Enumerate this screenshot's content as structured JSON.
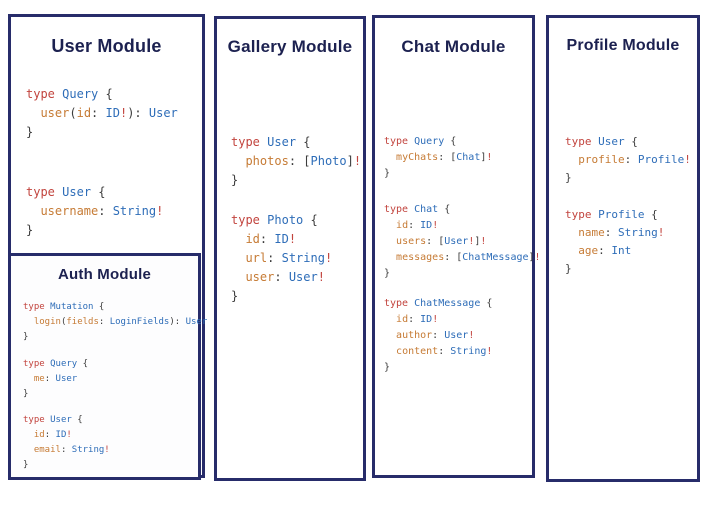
{
  "colors": {
    "border_navy": "#272c6a",
    "title_navy": "#1c2150",
    "keyword_red": "#c2443e",
    "type_blue": "#2e6db8",
    "field_orange": "#c67b35",
    "punctuation": "#3d3d3d",
    "bang_red": "#c2443e",
    "background": "#ffffff"
  },
  "panels": [
    {
      "title": "User Module",
      "blocks": [
        [
          [
            [
              "k",
              "type"
            ],
            [
              "p",
              " "
            ],
            [
              "t",
              "Query"
            ],
            [
              "p",
              " {"
            ]
          ],
          [
            [
              "p",
              "  "
            ],
            [
              "f",
              "user"
            ],
            [
              "p",
              "("
            ],
            [
              "f",
              "id"
            ],
            [
              "p",
              ": "
            ],
            [
              "t",
              "ID"
            ],
            [
              "b",
              "!"
            ],
            [
              "p",
              "): "
            ],
            [
              "t",
              "User"
            ]
          ],
          [
            [
              "p",
              "}"
            ]
          ]
        ],
        [
          [
            [
              "k",
              "type"
            ],
            [
              "p",
              " "
            ],
            [
              "t",
              "User"
            ],
            [
              "p",
              " {"
            ]
          ],
          [
            [
              "p",
              "  "
            ],
            [
              "f",
              "username"
            ],
            [
              "p",
              ": "
            ],
            [
              "t",
              "String"
            ],
            [
              "b",
              "!"
            ]
          ],
          [
            [
              "p",
              "}"
            ]
          ]
        ]
      ]
    },
    {
      "title": "Gallery Module",
      "blocks": [
        [
          [
            [
              "k",
              "type"
            ],
            [
              "p",
              " "
            ],
            [
              "t",
              "User"
            ],
            [
              "p",
              " {"
            ]
          ],
          [
            [
              "p",
              "  "
            ],
            [
              "f",
              "photos"
            ],
            [
              "p",
              ": ["
            ],
            [
              "t",
              "Photo"
            ],
            [
              "p",
              "]"
            ],
            [
              "b",
              "!"
            ]
          ],
          [
            [
              "p",
              "}"
            ]
          ]
        ],
        [
          [
            [
              "k",
              "type"
            ],
            [
              "p",
              " "
            ],
            [
              "t",
              "Photo"
            ],
            [
              "p",
              " {"
            ]
          ],
          [
            [
              "p",
              "  "
            ],
            [
              "f",
              "id"
            ],
            [
              "p",
              ": "
            ],
            [
              "t",
              "ID"
            ],
            [
              "b",
              "!"
            ]
          ],
          [
            [
              "p",
              "  "
            ],
            [
              "f",
              "url"
            ],
            [
              "p",
              ": "
            ],
            [
              "t",
              "String"
            ],
            [
              "b",
              "!"
            ]
          ],
          [
            [
              "p",
              "  "
            ],
            [
              "f",
              "user"
            ],
            [
              "p",
              ": "
            ],
            [
              "t",
              "User"
            ],
            [
              "b",
              "!"
            ]
          ],
          [
            [
              "p",
              "}"
            ]
          ]
        ]
      ]
    },
    {
      "title": "Chat Module",
      "blocks": [
        [
          [
            [
              "k",
              "type"
            ],
            [
              "p",
              " "
            ],
            [
              "t",
              "Query"
            ],
            [
              "p",
              " {"
            ]
          ],
          [
            [
              "p",
              "  "
            ],
            [
              "f",
              "myChats"
            ],
            [
              "p",
              ": ["
            ],
            [
              "t",
              "Chat"
            ],
            [
              "p",
              "]"
            ],
            [
              "b",
              "!"
            ]
          ],
          [
            [
              "p",
              "}"
            ]
          ]
        ],
        [
          [
            [
              "k",
              "type"
            ],
            [
              "p",
              " "
            ],
            [
              "t",
              "Chat"
            ],
            [
              "p",
              " {"
            ]
          ],
          [
            [
              "p",
              "  "
            ],
            [
              "f",
              "id"
            ],
            [
              "p",
              ": "
            ],
            [
              "t",
              "ID"
            ],
            [
              "b",
              "!"
            ]
          ],
          [
            [
              "p",
              "  "
            ],
            [
              "f",
              "users"
            ],
            [
              "p",
              ": ["
            ],
            [
              "t",
              "User"
            ],
            [
              "b",
              "!"
            ],
            [
              "p",
              "]"
            ],
            [
              "b",
              "!"
            ]
          ],
          [
            [
              "p",
              "  "
            ],
            [
              "f",
              "messages"
            ],
            [
              "p",
              ": ["
            ],
            [
              "t",
              "ChatMessage"
            ],
            [
              "p",
              "]"
            ],
            [
              "b",
              "!"
            ]
          ],
          [
            [
              "p",
              "}"
            ]
          ]
        ],
        [
          [
            [
              "k",
              "type"
            ],
            [
              "p",
              " "
            ],
            [
              "t",
              "ChatMessage"
            ],
            [
              "p",
              " {"
            ]
          ],
          [
            [
              "p",
              "  "
            ],
            [
              "f",
              "id"
            ],
            [
              "p",
              ": "
            ],
            [
              "t",
              "ID"
            ],
            [
              "b",
              "!"
            ]
          ],
          [
            [
              "p",
              "  "
            ],
            [
              "f",
              "author"
            ],
            [
              "p",
              ": "
            ],
            [
              "t",
              "User"
            ],
            [
              "b",
              "!"
            ]
          ],
          [
            [
              "p",
              "  "
            ],
            [
              "f",
              "content"
            ],
            [
              "p",
              ": "
            ],
            [
              "t",
              "String"
            ],
            [
              "b",
              "!"
            ]
          ],
          [
            [
              "p",
              "}"
            ]
          ]
        ]
      ]
    },
    {
      "title": "Profile Module",
      "blocks": [
        [
          [
            [
              "k",
              "type"
            ],
            [
              "p",
              " "
            ],
            [
              "t",
              "User"
            ],
            [
              "p",
              " {"
            ]
          ],
          [
            [
              "p",
              "  "
            ],
            [
              "f",
              "profile"
            ],
            [
              "p",
              ": "
            ],
            [
              "t",
              "Profile"
            ],
            [
              "b",
              "!"
            ]
          ],
          [
            [
              "p",
              "}"
            ]
          ]
        ],
        [
          [
            [
              "k",
              "type"
            ],
            [
              "p",
              " "
            ],
            [
              "t",
              "Profile"
            ],
            [
              "p",
              " {"
            ]
          ],
          [
            [
              "p",
              "  "
            ],
            [
              "f",
              "name"
            ],
            [
              "p",
              ": "
            ],
            [
              "t",
              "String"
            ],
            [
              "b",
              "!"
            ]
          ],
          [
            [
              "p",
              "  "
            ],
            [
              "f",
              "age"
            ],
            [
              "p",
              ": "
            ],
            [
              "t",
              "Int"
            ]
          ],
          [
            [
              "p",
              "}"
            ]
          ]
        ]
      ]
    },
    {
      "title": "Auth Module",
      "blocks": [
        [
          [
            [
              "k",
              "type"
            ],
            [
              "p",
              " "
            ],
            [
              "t",
              "Mutation"
            ],
            [
              "p",
              " {"
            ]
          ],
          [
            [
              "p",
              "  "
            ],
            [
              "f",
              "login"
            ],
            [
              "p",
              "("
            ],
            [
              "f",
              "fields"
            ],
            [
              "p",
              ": "
            ],
            [
              "t",
              "LoginFields"
            ],
            [
              "p",
              "): "
            ],
            [
              "t",
              "User"
            ]
          ],
          [
            [
              "p",
              "}"
            ]
          ]
        ],
        [
          [
            [
              "k",
              "type"
            ],
            [
              "p",
              " "
            ],
            [
              "t",
              "Query"
            ],
            [
              "p",
              " {"
            ]
          ],
          [
            [
              "p",
              "  "
            ],
            [
              "f",
              "me"
            ],
            [
              "p",
              ": "
            ],
            [
              "t",
              "User"
            ]
          ],
          [
            [
              "p",
              "}"
            ]
          ]
        ],
        [
          [
            [
              "k",
              "type"
            ],
            [
              "p",
              " "
            ],
            [
              "t",
              "User"
            ],
            [
              "p",
              " {"
            ]
          ],
          [
            [
              "p",
              "  "
            ],
            [
              "f",
              "id"
            ],
            [
              "p",
              ": "
            ],
            [
              "t",
              "ID"
            ],
            [
              "b",
              "!"
            ]
          ],
          [
            [
              "p",
              "  "
            ],
            [
              "f",
              "email"
            ],
            [
              "p",
              ": "
            ],
            [
              "t",
              "String"
            ],
            [
              "b",
              "!"
            ]
          ],
          [
            [
              "p",
              "}"
            ]
          ]
        ]
      ]
    }
  ]
}
